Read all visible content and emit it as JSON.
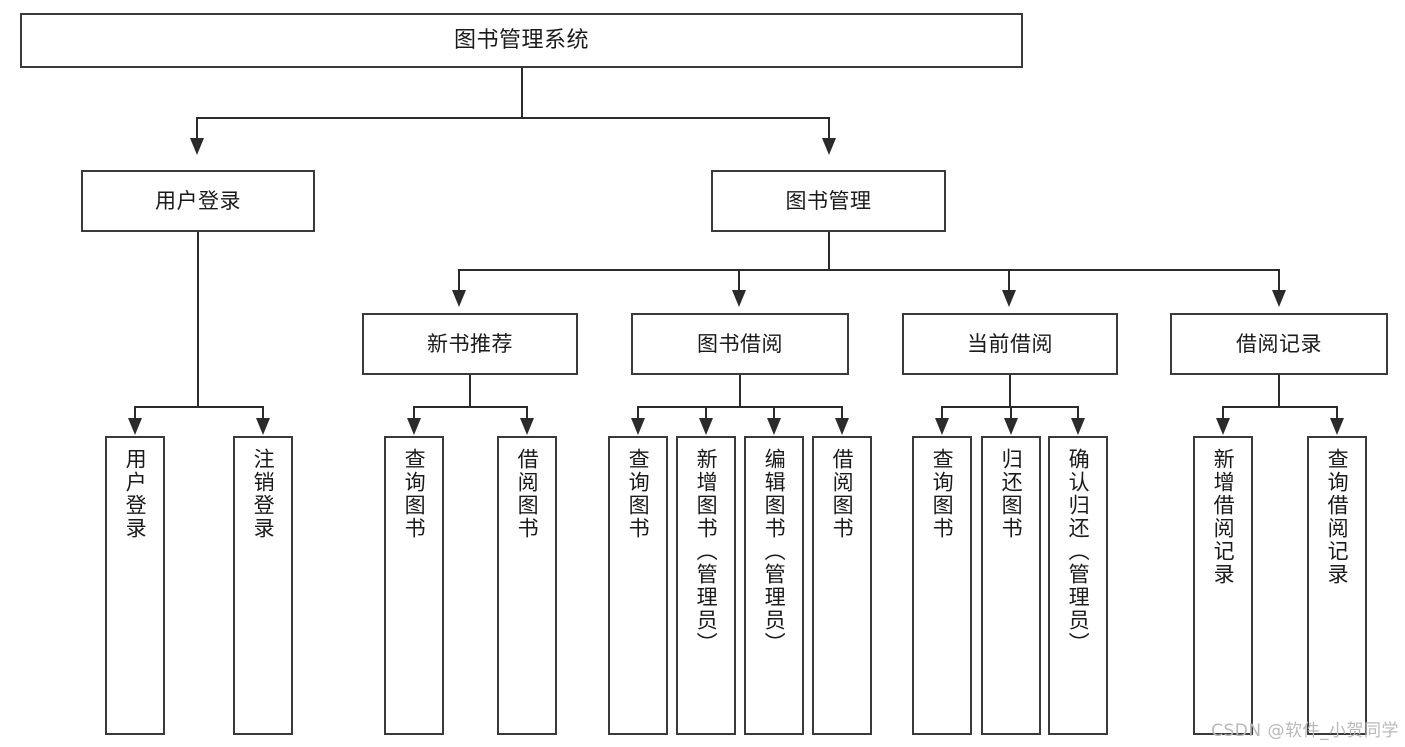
{
  "diagram": {
    "title": "图书管理系统",
    "type": "tree",
    "root": {
      "label": "图书管理系统"
    },
    "level1": [
      {
        "label": "用户登录"
      },
      {
        "label": "图书管理"
      }
    ],
    "level2": [
      {
        "label": "新书推荐"
      },
      {
        "label": "图书借阅"
      },
      {
        "label": "当前借阅"
      },
      {
        "label": "借阅记录"
      }
    ],
    "leaves": {
      "user_login": [
        {
          "label": "用户登录"
        },
        {
          "label": "注销登录"
        }
      ],
      "new_book_recommend": [
        {
          "label": "查询图书"
        },
        {
          "label": "借阅图书"
        }
      ],
      "book_borrow": [
        {
          "label": "查询图书"
        },
        {
          "label": "新增图书（管理员）"
        },
        {
          "label": "编辑图书（管理员）"
        },
        {
          "label": "借阅图书"
        }
      ],
      "current_borrow": [
        {
          "label": "查询图书"
        },
        {
          "label": "归还图书"
        },
        {
          "label": "确认归还（管理员）"
        }
      ],
      "borrow_record": [
        {
          "label": "新增借阅记录"
        },
        {
          "label": "查询借阅记录"
        }
      ]
    }
  },
  "watermark": {
    "text": "CSDN @软件_小贺同学"
  },
  "colors": {
    "box_border": "#3a3a3a",
    "connector": "#2b2b2b",
    "background": "#ffffff",
    "text": "#1a1a1a",
    "watermark": "#b9b9b9"
  }
}
